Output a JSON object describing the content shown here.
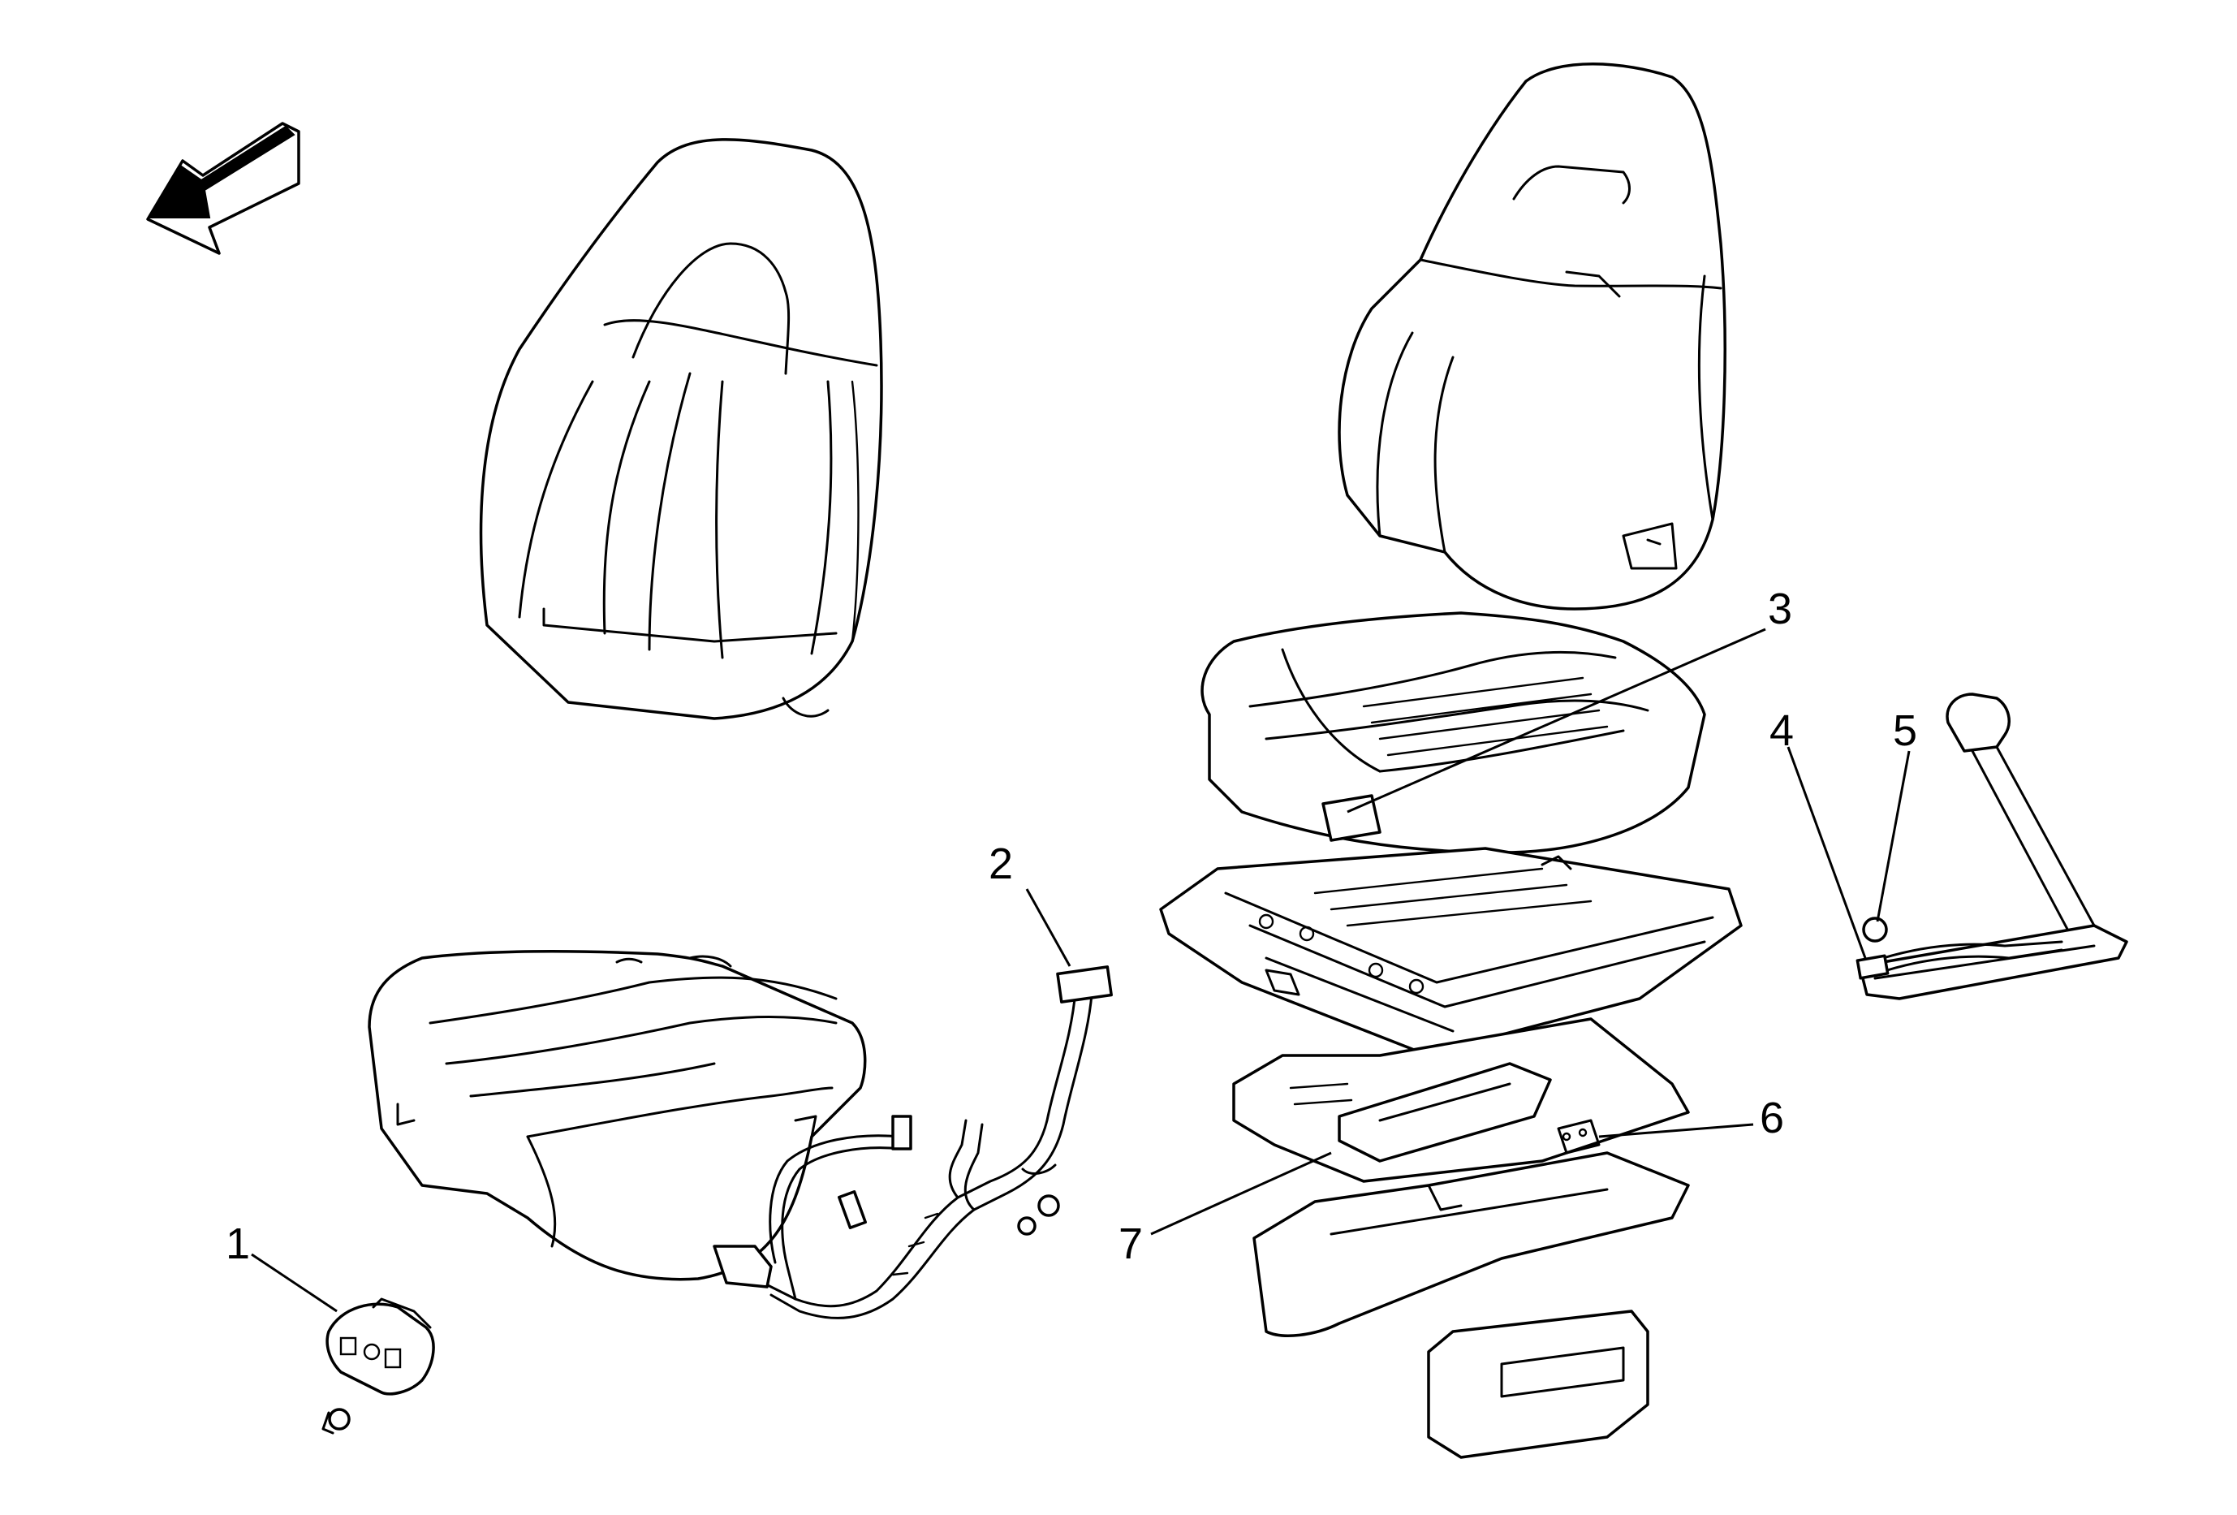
{
  "diagram": {
    "callouts": [
      {
        "id": "1",
        "label": "1"
      },
      {
        "id": "2",
        "label": "2"
      },
      {
        "id": "3",
        "label": "3"
      },
      {
        "id": "4",
        "label": "4"
      },
      {
        "id": "5",
        "label": "5"
      },
      {
        "id": "6",
        "label": "6"
      },
      {
        "id": "7",
        "label": "7"
      }
    ],
    "colors": {
      "ink": "#000000",
      "paper": "#ffffff"
    },
    "icons": [
      "direction-arrow-icon"
    ]
  }
}
